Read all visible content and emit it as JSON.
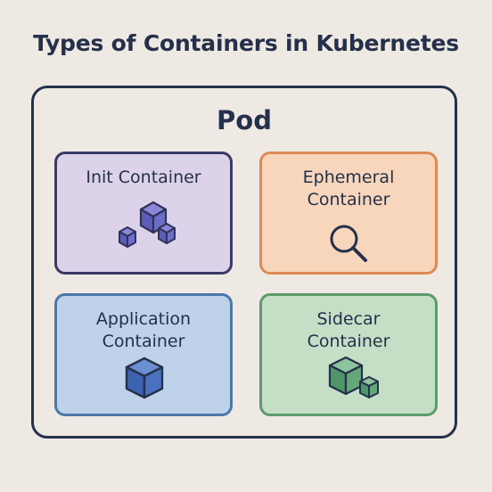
{
  "title": "Types of Containers in Kubernetes",
  "pod": {
    "label": "Pod"
  },
  "containers": [
    {
      "lines": [
        "Init Container"
      ],
      "icon": "cubes-icon",
      "fill": "#dcd2e9",
      "border": "#3a3a66"
    },
    {
      "lines": [
        "Ephemeral",
        "Container"
      ],
      "icon": "magnifier-icon",
      "fill": "#f7d6bb",
      "border": "#df8a55"
    },
    {
      "lines": [
        "Application",
        "Container"
      ],
      "icon": "cube-icon",
      "fill": "#bed3e9",
      "border": "#4a78ad"
    },
    {
      "lines": [
        "Sidecar",
        "Container"
      ],
      "icon": "cube-with-small-cube-icon",
      "fill": "#c5dfc6",
      "border": "#5c9b6c"
    }
  ]
}
